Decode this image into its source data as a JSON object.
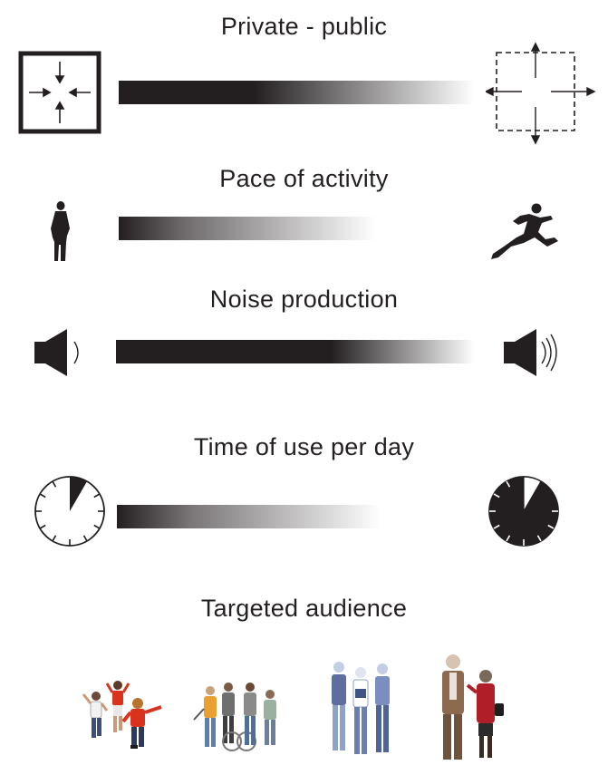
{
  "scales": [
    {
      "title": "Private - public",
      "left_icon": "private-space-icon",
      "right_icon": "public-space-icon",
      "gradient_color": "#231f20"
    },
    {
      "title": "Pace of activity",
      "left_icon": "walking-person-icon",
      "right_icon": "running-person-icon",
      "gradient_color": "#231f20"
    },
    {
      "title": "Noise production",
      "left_icon": "speaker-quiet-icon",
      "right_icon": "speaker-loud-icon",
      "gradient_color": "#231f20"
    },
    {
      "title": "Time of use per day",
      "left_icon": "clock-short-use-icon",
      "right_icon": "clock-long-use-icon",
      "gradient_color": "#231f20",
      "left_clock_fraction": 0.083,
      "right_clock_fraction": 0.917
    }
  ],
  "audience": {
    "title": "Targeted audience",
    "groups": [
      "children-group-icon",
      "teenagers-group-icon",
      "young-adults-group-icon",
      "seniors-group-icon"
    ],
    "colors": {
      "children": "#d9331e",
      "teenagers": "#e8a030",
      "students": "#8fa3c9",
      "seniors": "#8b6a4f"
    }
  }
}
